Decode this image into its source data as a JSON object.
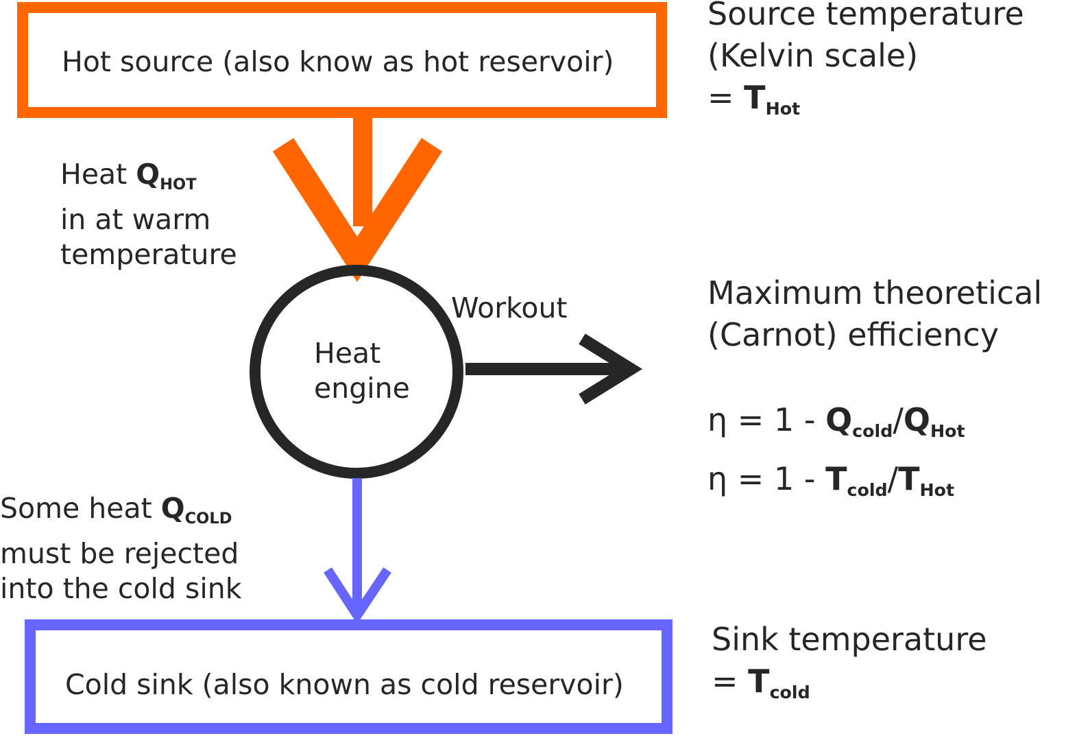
{
  "colors": {
    "hot": "#ff6600",
    "cold": "#6666ff",
    "engine": "#262626"
  },
  "hot_source": {
    "label": "Hot source (also know as hot reservoir)"
  },
  "cold_sink": {
    "label": "Cold sink (also known as cold reservoir)"
  },
  "engine": {
    "line1": "Heat",
    "line2": "engine"
  },
  "work": {
    "label": "Workout"
  },
  "heat_in": {
    "pre": "Heat ",
    "symbol": "Q",
    "sub": "HOT",
    "line2": "in at warm",
    "line3": "temperature"
  },
  "heat_out": {
    "pre": "Some heat ",
    "symbol": "Q",
    "sub": "COLD",
    "line2": "must be rejected",
    "line3": "into the cold sink"
  },
  "source_temp": {
    "line1": "Source temperature",
    "line2": "(Kelvin scale)",
    "eq": "= ",
    "symbol": "T",
    "sub": "Hot"
  },
  "efficiency": {
    "line1": "Maximum theoretical",
    "line2": "(Carnot) efficiency",
    "formula1": {
      "lhs": "η = 1 - ",
      "num_sym": "Q",
      "num_sub": "cold",
      "slash": "/",
      "den_sym": "Q",
      "den_sub": "Hot"
    },
    "formula2": {
      "lhs": "η = 1 - ",
      "num_sym": "T",
      "num_sub": "cold",
      "slash": "/",
      "den_sym": "T",
      "den_sub": "Hot"
    }
  },
  "sink_temp": {
    "line1": "Sink temperature",
    "eq": "= ",
    "symbol": "T",
    "sub": "cold"
  }
}
